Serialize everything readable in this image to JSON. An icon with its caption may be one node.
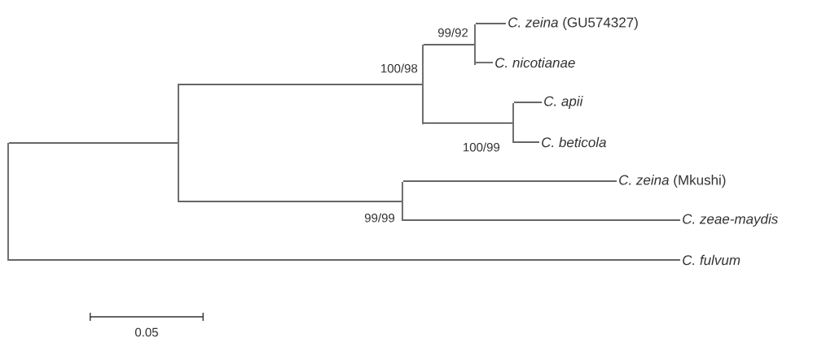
{
  "diagram": {
    "nodes": [
      {
        "text": [],
        "shape": "bar"
      },
      {
        "text": [],
        "shape": "bar"
      },
      {
        "text": [],
        "shape": "bar",
        "beside": [
          "100/98"
        ]
      },
      {
        "text": [],
        "shape": "bar",
        "beside": [
          "99/92"
        ]
      },
      {
        "text": [
          "*C. zeina* (GU574327)"
        ]
      },
      {
        "text": [
          "*C. nicotianae*"
        ]
      },
      {
        "text": [],
        "shape": "bar",
        "beside": [
          "100/99"
        ]
      },
      {
        "text": [
          "*C. apii*"
        ]
      },
      {
        "text": [
          "*C. beticola*"
        ]
      },
      {
        "text": [],
        "shape": "bar",
        "beside": [
          "99/99"
        ]
      },
      {
        "text": [
          "*C. zeina* (Mkushi)"
        ]
      },
      {
        "text": [
          "*C. zeae-maydis*"
        ]
      },
      {
        "text": [
          "*C. fulvum*"
        ]
      }
    ],
    "edges": [
      {
        "from": 0,
        "to": 1,
        "arrow": "none"
      },
      {
        "from": 0,
        "to": 12,
        "arrow": "none"
      },
      {
        "from": 1,
        "to": 2,
        "arrow": "none"
      },
      {
        "from": 1,
        "to": 9,
        "arrow": "none"
      },
      {
        "from": 2,
        "to": 3,
        "arrow": "none"
      },
      {
        "from": 2,
        "to": 6,
        "arrow": "none"
      },
      {
        "from": 3,
        "to": 4,
        "arrow": "none"
      },
      {
        "from": 3,
        "to": 5,
        "arrow": "none"
      },
      {
        "from": 6,
        "to": 7,
        "arrow": "none"
      },
      {
        "from": 6,
        "to": 8,
        "arrow": "none"
      },
      {
        "from": 9,
        "to": 10,
        "arrow": "none"
      },
      {
        "from": 9,
        "to": 11,
        "arrow": "none"
      }
    ],
    "labels": [
      "0.05"
    ]
  }
}
